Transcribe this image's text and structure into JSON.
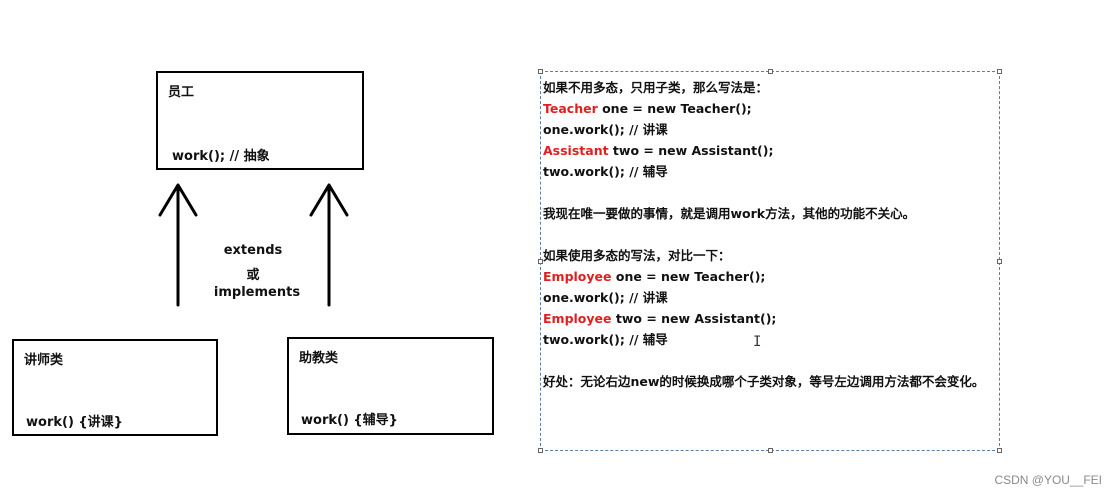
{
  "diagram": {
    "parent": {
      "title": "员工",
      "method": "work(); // 抽象"
    },
    "child_lecturer": {
      "title": "讲师类",
      "method": "work() {讲课}"
    },
    "child_assistant": {
      "title": "助教类",
      "method": "work() {辅导}"
    },
    "relation": {
      "line1": "extends",
      "line2": "或",
      "line3": "implements"
    }
  },
  "code_panel": {
    "intro": "如果不用多态，只用子类，那么写法是：",
    "line1_type": "Teacher",
    "line1_rest": " one = new Teacher();",
    "line2": "one.work(); // 讲课",
    "line3_type": "Assistant",
    "line3_rest": " two = new Assistant();",
    "line4": "two.work(); // 辅导",
    "note1": "我现在唯一要做的事情，就是调用work方法，其他的功能不关心。",
    "intro2": "如果使用多态的写法，对比一下：",
    "line5_type": "Employee",
    "line5_rest": " one = new Teacher();",
    "line6": "one.work(); // 讲课",
    "line7_type": "Employee",
    "line7_rest": " two = new Assistant();",
    "line8": "two.work(); // 辅导",
    "note2": "好处：无论右边new的时候换成哪个子类对象，等号左边调用方法都不会变化。"
  },
  "watermark": "CSDN @YOU__FEI"
}
